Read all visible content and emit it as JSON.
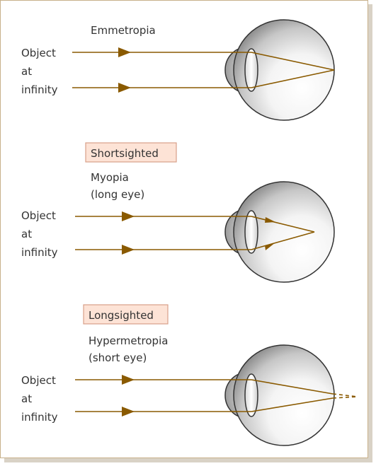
{
  "panels": [
    {
      "title": "Emmetropia",
      "object_label": [
        "Object",
        "at",
        "infinity"
      ]
    },
    {
      "badge": "Shortsighted",
      "title": "Myopia",
      "subtitle": "(long eye)",
      "object_label": [
        "Object",
        "at",
        "infinity"
      ]
    },
    {
      "badge": "Longsighted",
      "title": "Hypermetropia",
      "subtitle": "(short eye)",
      "object_label": [
        "Object",
        "at",
        "infinity"
      ]
    }
  ],
  "colors": {
    "ray": "#8a5a00",
    "badge_fill": "#fde3d6",
    "badge_border": "#d8a08a",
    "frame_border": "#c8b08a",
    "eye_outline": "#333333"
  }
}
